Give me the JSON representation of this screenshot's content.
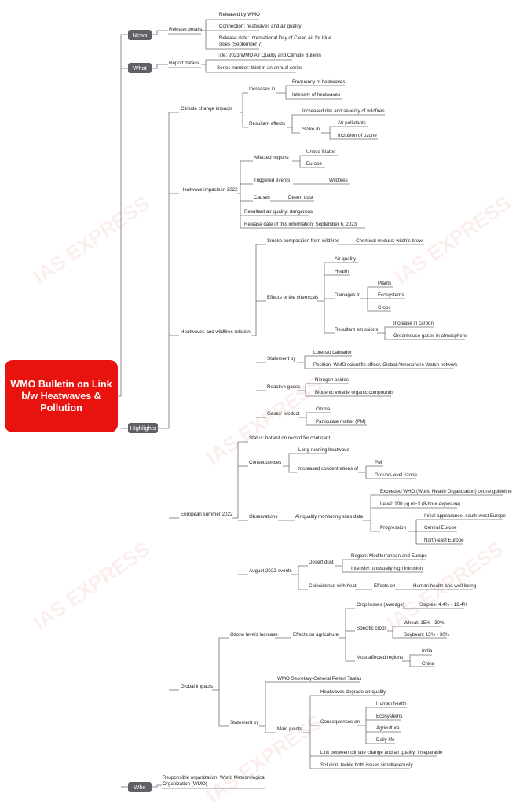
{
  "root_title": "WMO Bulletin on Link b/w Heatwaves & Pollution",
  "watermark": "IAS EXPRESS",
  "colors": {
    "accent": "#e8130f",
    "category": "#5f6166",
    "line": "#6c6f74"
  },
  "news": {
    "label": "News",
    "release_details": "Release details",
    "released_by": "Released by WMO",
    "connection": "Connection: heatwaves and air quality",
    "release_date": "Release date: International Day of Clean Air for blue skies (September 7)"
  },
  "what": {
    "label": "What",
    "report_details": "Report details",
    "title": "Title: 2023 WMO Air Quality and Climate Bulletin",
    "series": "Series number: third in an annual series"
  },
  "highlights": {
    "label": "Highlights",
    "climate": {
      "label": "Climate change impacts",
      "increases_in": "Increases in",
      "frequency": "Frequency of heatwaves",
      "intensity": "Intensity of heatwaves",
      "resultant_effects": "Resultant effects",
      "wildfire_risk": "Increased risk and severity of wildfires",
      "spike_in": "Spike in",
      "air_pollutants": "Air pollutants",
      "ozone_inclusion": "Inclusion of ozone"
    },
    "hw2022": {
      "label": "Heatwave impacts in 2022",
      "affected_regions": "Affected regions",
      "us": "United States",
      "europe": "Europe",
      "triggered": "Triggered events",
      "wildfires": "Wildfires",
      "causes": "Causes",
      "desert_dust": "Desert dust",
      "air_quality": "Resultant air quality: dangerous",
      "release_date": "Release date of this information: September 6, 2023"
    },
    "wildfire_rel": {
      "label": "Heatwaves and wildfires relation",
      "smoke": "Smoke composition from wildfires",
      "chemical_mixture": "Chemical mixture: witch's brew",
      "effects": "Effects of the chemicals",
      "air_quality": "Air quality",
      "health": "Health",
      "damages_to": "Damages to",
      "plants": "Plants",
      "ecosystems": "Ecosystems",
      "crops": "Crops",
      "emissions": "Resultant emissions",
      "carbon": "Increase in carbon",
      "ghg": "Greenhouse gases in atmosphere",
      "statement_by": "Statement by",
      "lorenzo": "Lorenzo Labrador",
      "position": "Position: WMO scientific officer, Global Atmosphere Watch network",
      "reactive": "Reactive gases",
      "nox": "Nitrogen oxides",
      "bvoc": "Biogenic volatile organic compounds",
      "product": "Gases' product",
      "ozone": "Ozone",
      "pm": "Particulate matter (PM)"
    },
    "summer": {
      "label": "European summer 2022",
      "status": "Status: hottest on record for continent",
      "consequences": "Consequences",
      "long_running": "Long-running heatwave",
      "increased_conc": "Increased concentrations of",
      "pm": "PM",
      "ground_ozone": "Ground-level ozone",
      "observations": "Observations",
      "sites": "Air quality monitoring sites data",
      "exceeded": "Exceeded WHO (World Health Organization) ozone guideline",
      "level": "Level: 100 µg m−3 (8-hour exposure)",
      "progression": "Progression",
      "initial": "Initial appearance: south-west Europe",
      "central": "Central Europe",
      "north_east": "North-east Europe",
      "aug_events": "August 2022 events",
      "desert_dust": "Desert dust",
      "region": "Region: Mediterranean and Europe",
      "intensity": "Intensity: unusually high intrusion",
      "coincidence": "Coincidence with heat",
      "effects_on": "Effects on",
      "human_health": "Human health and well-being"
    },
    "global": {
      "label": "Global impacts",
      "ozone_increase": "Ozone levels increase",
      "effects_agri": "Effects on agriculture",
      "crop_losses": "Crop losses (average)",
      "staples": "Staples: 4.4% - 12.4%",
      "specific_crops": "Specific crops",
      "wheat": "Wheat: 15% - 30%",
      "soybean": "Soybean: 15% - 30%",
      "affected_regions": "Most affected regions",
      "india": "India",
      "china": "China",
      "statement_by": "Statement by",
      "taalas": "WMO Secretary-General Petteri Taalas",
      "main_points": "Main points",
      "degrade": "Heatwaves degrade air quality",
      "consequences_on": "Consequences on",
      "human_health": "Human health",
      "ecosystems": "Ecosystems",
      "agriculture": "Agriculture",
      "daily_life": "Daily life",
      "link": "Link between climate change and air quality: inseparable",
      "solution": "Solution: tackle both issues simultaneously"
    }
  },
  "who": {
    "label": "Who",
    "org": "Responsible organization: World Meteorological Organization (WMO)"
  }
}
